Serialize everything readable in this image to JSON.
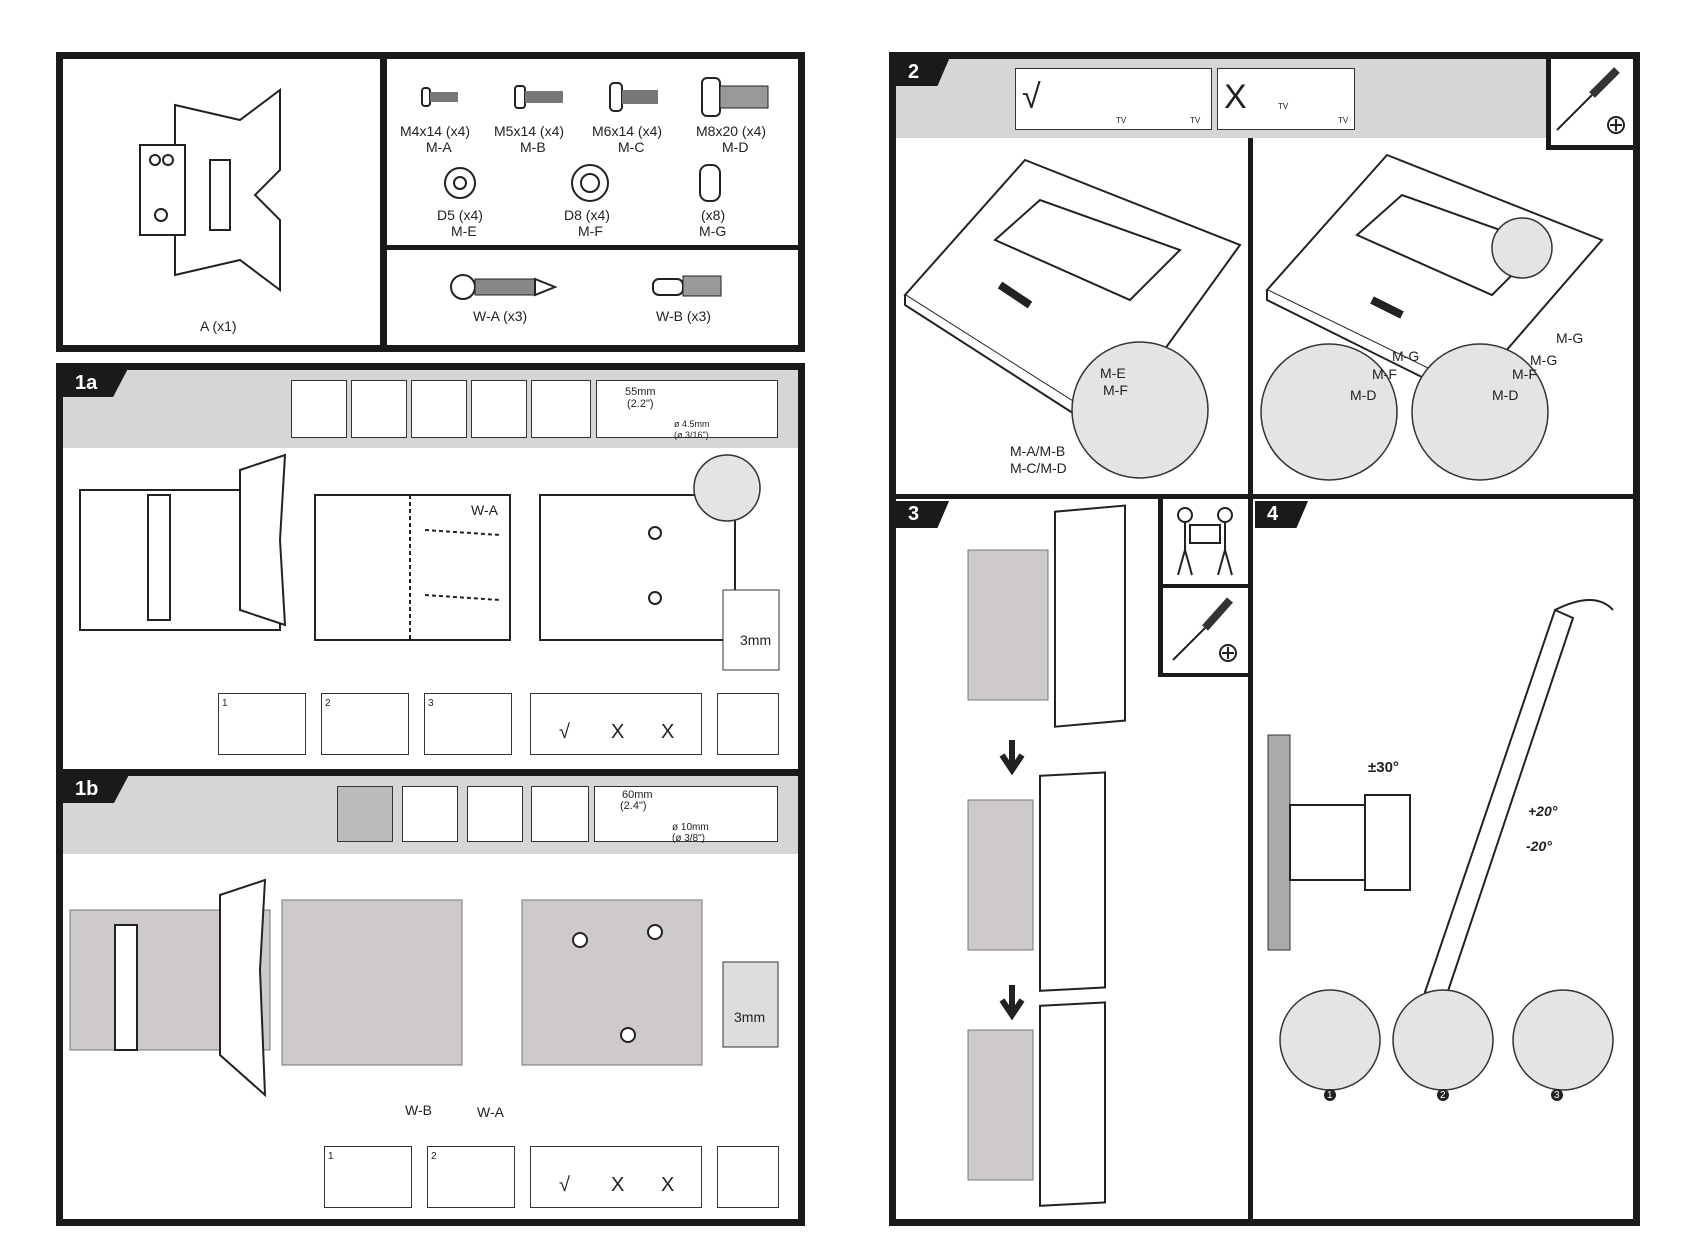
{
  "parts": {
    "bracket": "A (x1)",
    "screws": [
      {
        "size": "M4x14 (x4)",
        "code": "M-A"
      },
      {
        "size": "M5x14 (x4)",
        "code": "M-B"
      },
      {
        "size": "M6x14 (x4)",
        "code": "M-C"
      },
      {
        "size": "M8x20 (x4)",
        "code": "M-D"
      }
    ],
    "washers": [
      {
        "size": "D5 (x4)",
        "code": "M-E"
      },
      {
        "size": "D8 (x4)",
        "code": "M-F"
      },
      {
        "size": "(x8)",
        "code": "M-G"
      }
    ],
    "wall": [
      {
        "label": "W-A (x3)"
      },
      {
        "label": "W-B (x3)"
      }
    ]
  },
  "step1a": {
    "number": "1a",
    "drill_depth": "55mm",
    "drill_depth_in": "(2.2\")",
    "drill_dia": "ø 4.5mm",
    "drill_dia_in": "(ø 3/16\")",
    "screw_label": "W-A",
    "gap": "3mm",
    "substeps": [
      "1",
      "2",
      "3"
    ],
    "level_marks": [
      "√",
      "X",
      "X"
    ]
  },
  "step1b": {
    "number": "1b",
    "drill_depth": "60mm",
    "drill_depth_in": "(2.4\")",
    "drill_dia": "ø 10mm",
    "drill_dia_in": "(ø 3/8\")",
    "anchor_label": "W-B",
    "screw_label": "W-A",
    "gap": "3mm",
    "substeps": [
      "1",
      "2"
    ],
    "level_marks": [
      "√",
      "X",
      "X"
    ]
  },
  "step2": {
    "number": "2",
    "correct": "√",
    "wrong": "X",
    "tv": "TV",
    "labels": {
      "me": "M-E",
      "mf": "M-F",
      "mab": "M-A/M-B",
      "mcd": "M-C/M-D",
      "mg": "M-G",
      "md": "M-D"
    }
  },
  "step3": {
    "number": "3"
  },
  "step4": {
    "number": "4",
    "swivel": "±30°",
    "tilt_up": "+20°",
    "tilt_down": "-20°",
    "steps": [
      "1",
      "2",
      "3"
    ]
  },
  "colors": {
    "border": "#1a1a1a",
    "band": "#d6d6d6",
    "wall": "#cfcaca"
  }
}
